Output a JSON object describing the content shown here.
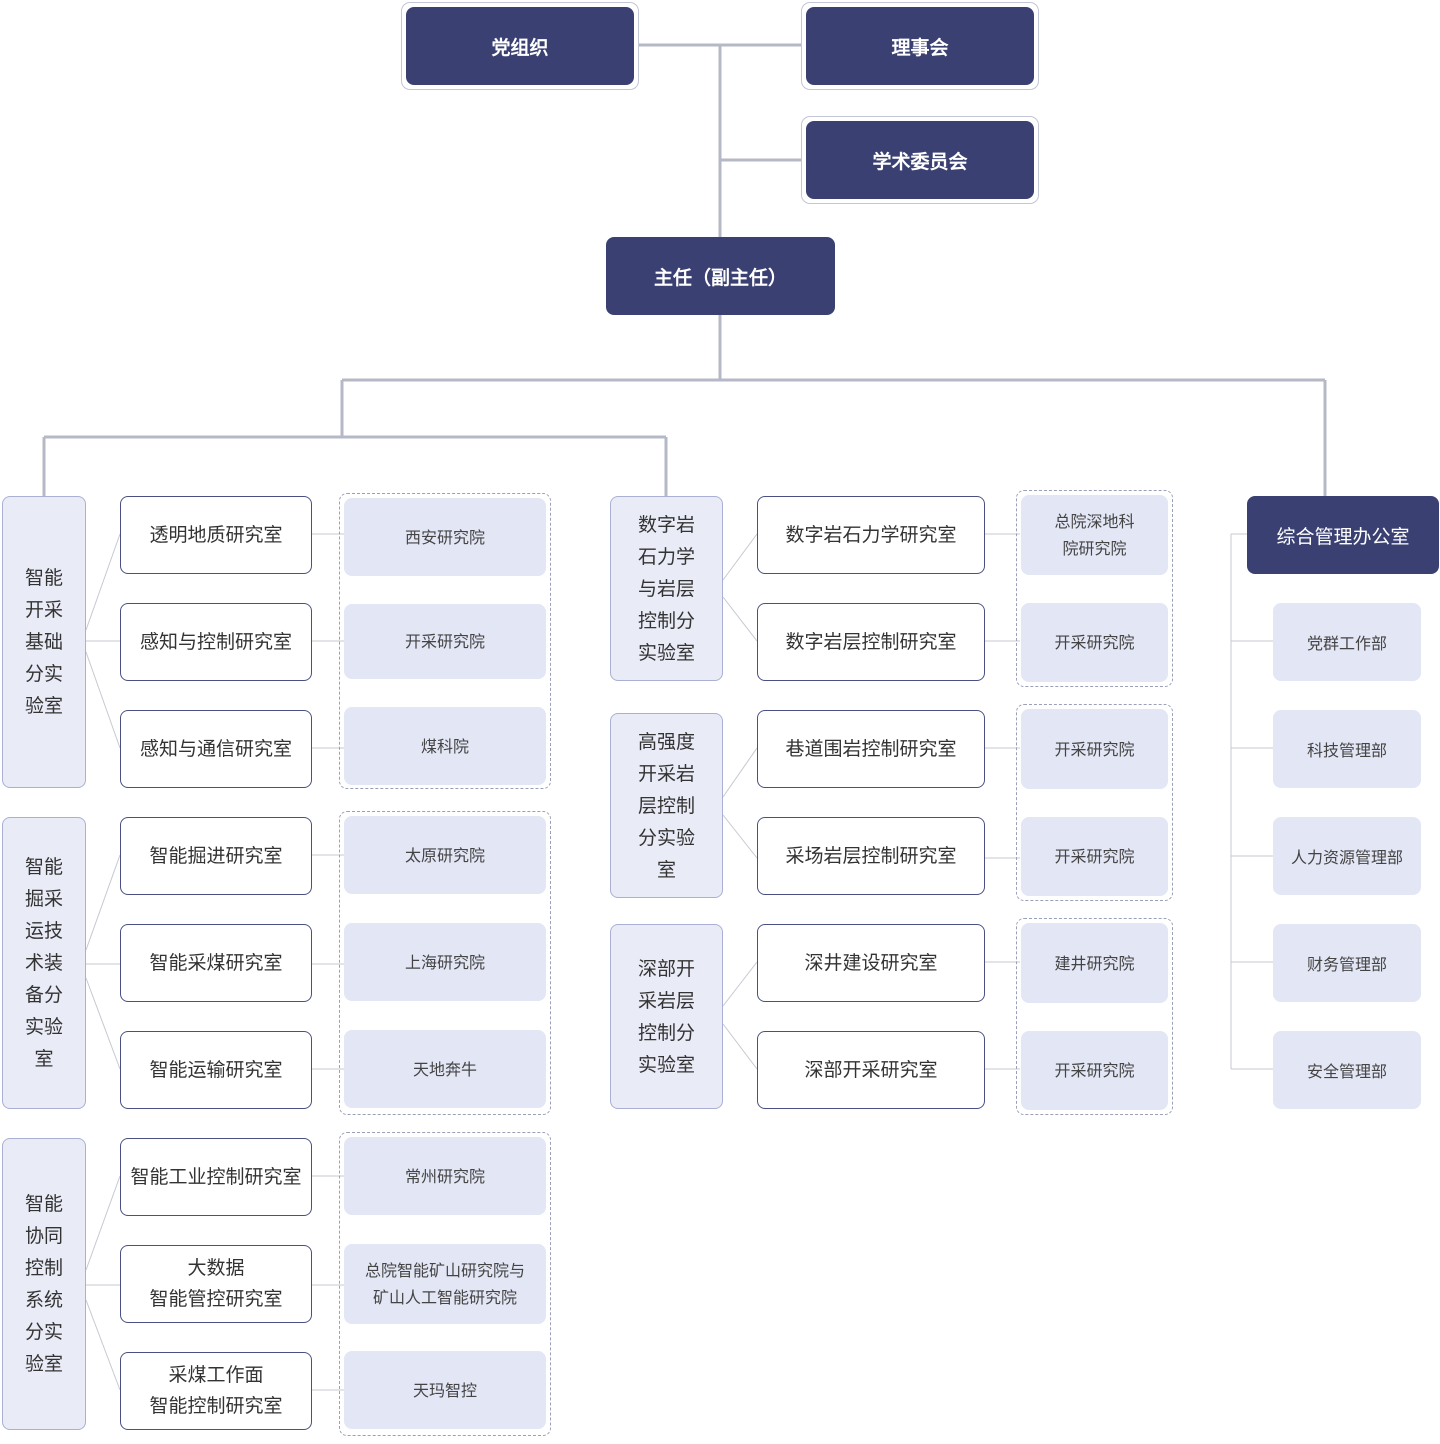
{
  "top": {
    "party": "党组织",
    "council": "理事会",
    "academic": "学术委员会",
    "director": "主任（副主任）"
  },
  "labs": [
    {
      "name": "智能\n开采\n基础\n分实\n验室",
      "rooms": [
        "透明地质研究室",
        "感知与控制研究室",
        "感知与通信研究室"
      ],
      "institutes": [
        "西安研究院",
        "开采研究院",
        "煤科院"
      ]
    },
    {
      "name": "智能\n掘采\n运技\n术装\n备分\n实验\n室",
      "rooms": [
        "智能掘进研究室",
        "智能采煤研究室",
        "智能运输研究室"
      ],
      "institutes": [
        "太原研究院",
        "上海研究院",
        "天地奔牛"
      ]
    },
    {
      "name": "智能\n协同\n控制\n系统\n分实\n验室",
      "rooms": [
        "智能工业控制研究室",
        "大数据\n智能管控研究室",
        "采煤工作面\n智能控制研究室"
      ],
      "institutes": [
        "常州研究院",
        "总院智能矿山研究院与\n矿山人工智能研究院",
        "天玛智控"
      ]
    },
    {
      "name": "数字岩\n石力学\n与岩层\n控制分\n实验室",
      "rooms": [
        "数字岩石力学研究室",
        "数字岩层控制研究室"
      ],
      "institutes": [
        "总院深地科\n院研究院",
        "开采研究院"
      ]
    },
    {
      "name": "高强度\n开采岩\n层控制\n分实验\n室",
      "rooms": [
        "巷道围岩控制研究室",
        "采场岩层控制研究室"
      ],
      "institutes": [
        "开采研究院",
        "开采研究院"
      ]
    },
    {
      "name": "深部开\n采岩层\n控制分\n实验室",
      "rooms": [
        "深井建设研究室",
        "深部开采研究室"
      ],
      "institutes": [
        "建井研究院",
        "开采研究院"
      ]
    }
  ],
  "office": {
    "name": "综合管理办公室",
    "departments": [
      "党群工作部",
      "科技管理部",
      "人力资源管理部",
      "财务管理部",
      "安全管理部"
    ]
  }
}
